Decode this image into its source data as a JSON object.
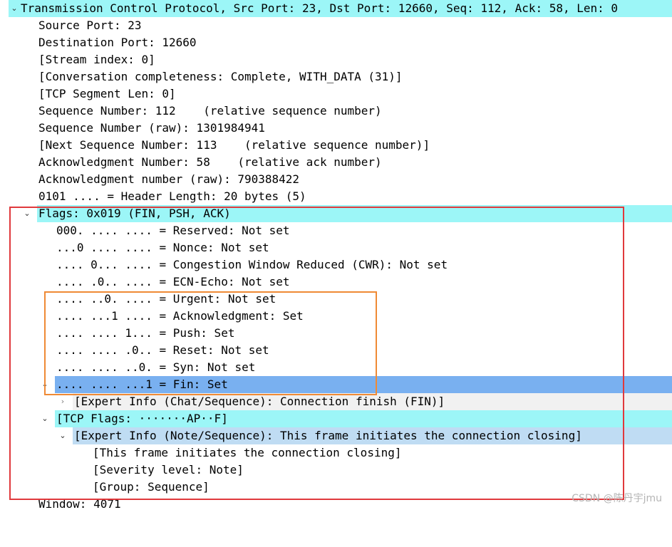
{
  "tree": {
    "tcp": {
      "header": "Transmission Control Protocol, Src Port: 23, Dst Port: 12660, Seq: 112, Ack: 58, Len: 0",
      "src_port": "Source Port: 23",
      "dst_port": "Destination Port: 12660",
      "stream_index": "[Stream index: 0]",
      "conversation": "[Conversation completeness: Complete, WITH_DATA (31)]",
      "segment_len": "[TCP Segment Len: 0]",
      "seq": "Sequence Number: 112    (relative sequence number)",
      "seq_raw": "Sequence Number (raw): 1301984941",
      "next_seq": "[Next Sequence Number: 113    (relative sequence number)]",
      "ack": "Acknowledgment Number: 58    (relative ack number)",
      "ack_raw": "Acknowledgment number (raw): 790388422",
      "header_length": "0101 .... = Header Length: 20 bytes (5)",
      "flags": {
        "header": "Flags: 0x019 (FIN, PSH, ACK)",
        "reserved": "000. .... .... = Reserved: Not set",
        "nonce": "...0 .... .... = Nonce: Not set",
        "cwr": ".... 0... .... = Congestion Window Reduced (CWR): Not set",
        "ecn": ".... .0.. .... = ECN-Echo: Not set",
        "urgent": ".... ..0. .... = Urgent: Not set",
        "acknowledgment": ".... ...1 .... = Acknowledgment: Set",
        "push": ".... .... 1... = Push: Set",
        "reset": ".... .... .0.. = Reset: Not set",
        "syn": ".... .... ..0. = Syn: Not set",
        "fin": ".... .... ...1 = Fin: Set",
        "fin_expert": "[Expert Info (Chat/Sequence): Connection finish (FIN)]",
        "tcp_flags": "[TCP Flags: ·······AP··F]",
        "expert_note": "[Expert Info (Note/Sequence): This frame initiates the connection closing]",
        "expert_msg": "[This frame initiates the connection closing]",
        "severity": "[Severity level: Note]",
        "group": "[Group: Sequence]"
      },
      "window": "Window: 4071"
    }
  },
  "icons": {
    "expanded": "⌄",
    "collapsed": "›"
  },
  "watermark": "CSDN @陈丹宇jmu"
}
